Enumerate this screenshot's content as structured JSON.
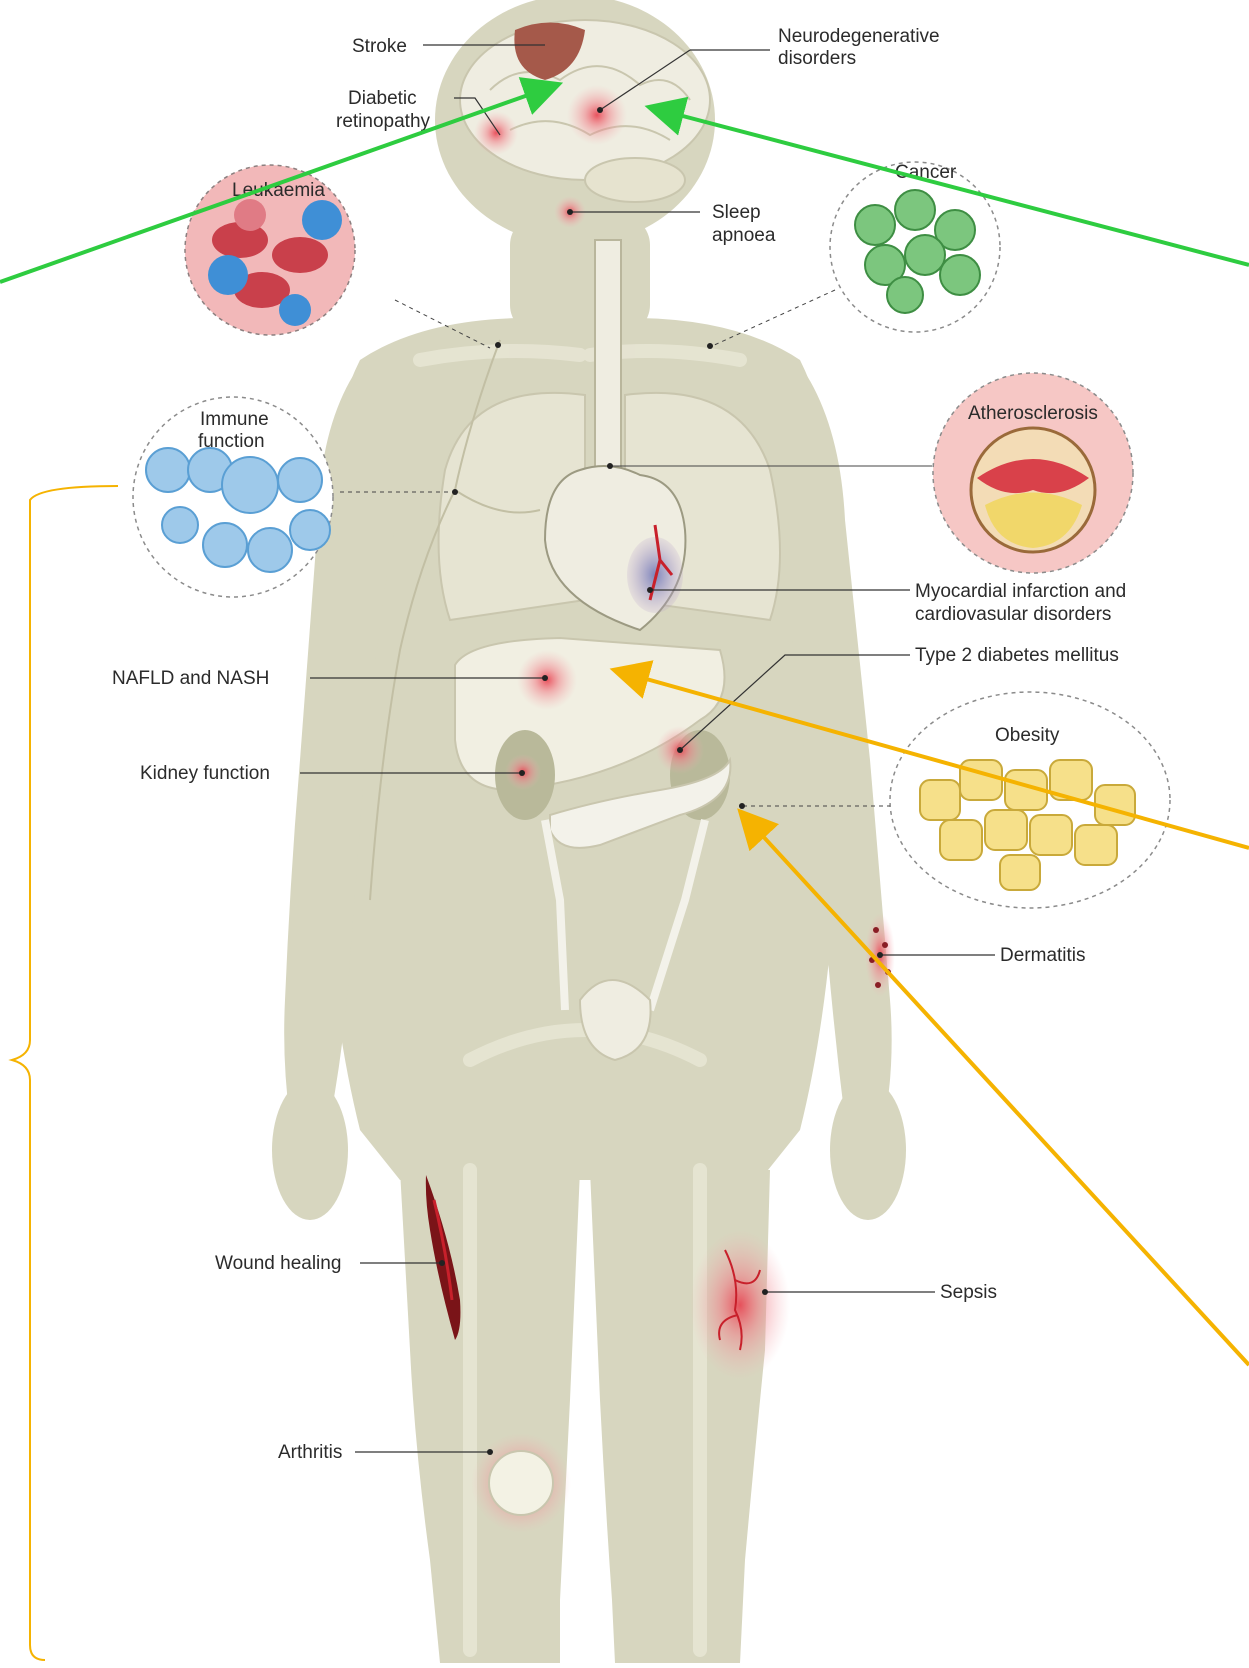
{
  "labels": {
    "stroke": "Stroke",
    "neurodegenerative_1": "Neurodegenerative",
    "neurodegenerative_2": "disorders",
    "diabetic_retinopathy_1": "Diabetic",
    "diabetic_retinopathy_2": "retinopathy",
    "sleep_apnoea_1": "Sleep",
    "sleep_apnoea_2": "apnoea",
    "myocardial_1": "Myocardial infarction and",
    "myocardial_2": "cardiovasular disorders",
    "type2_diabetes": "Type 2 diabetes mellitus",
    "nafld": "NAFLD and NASH",
    "kidney": "Kidney function",
    "dermatitis": "Dermatitis",
    "wound_healing": "Wound healing",
    "sepsis": "Sepsis",
    "arthritis": "Arthritis"
  },
  "circles": {
    "leukaemia": "Leukaemia",
    "cancer": "Cancer",
    "immune_1": "Immune",
    "immune_2": "function",
    "atherosclerosis": "Atherosclerosis",
    "obesity": "Obesity"
  },
  "colors": {
    "body": "#d7d6bf",
    "organ": "#efede1",
    "highlight": "#e8414f",
    "green_arrow": "#2ecc40",
    "orange_arrow": "#f5b301",
    "bracket": "#f5b301"
  }
}
